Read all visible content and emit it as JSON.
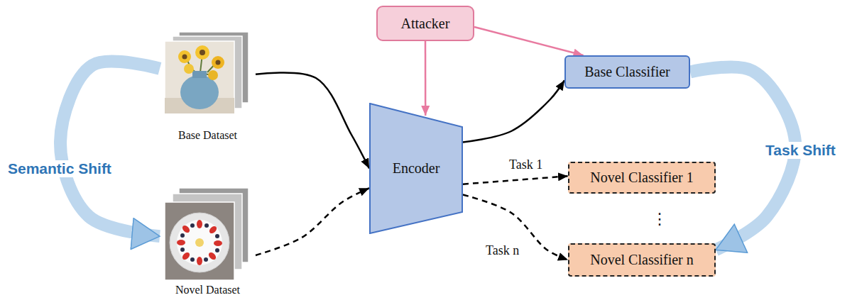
{
  "diagram": {
    "nodes": [
      {
        "text": [
          "Attacker"
        ]
      },
      {
        "text": [
          "Base Dataset"
        ]
      },
      {
        "text": [
          "Encoder"
        ]
      },
      {
        "text": [
          "Base Classifier"
        ]
      },
      {
        "text": [
          "Novel Dataset"
        ]
      },
      {
        "text": [
          "Novel Classifier 1"
        ]
      },
      {
        "text": [
          "Novel Classifier n"
        ]
      }
    ],
    "edges": [
      {
        "from": 1,
        "to": 2,
        "arrow": "to"
      },
      {
        "from": 4,
        "to": 2,
        "arrow": "to"
      },
      {
        "from": 0,
        "to": 2,
        "arrow": "to"
      },
      {
        "from": 0,
        "to": 3,
        "arrow": "to"
      },
      {
        "from": 2,
        "to": 3,
        "arrow": "to"
      },
      {
        "from": 2,
        "to": 5,
        "label": "Task 1",
        "arrow": "to"
      },
      {
        "from": 2,
        "to": 6,
        "label": "Task n",
        "arrow": "to"
      },
      {
        "from": 1,
        "to": 4,
        "label": "Semantic Shift",
        "arrow": "to"
      },
      {
        "from": 3,
        "to": 6,
        "label": "Task Shift",
        "arrow": "to"
      }
    ],
    "labels": [
      "⋮"
    ]
  }
}
